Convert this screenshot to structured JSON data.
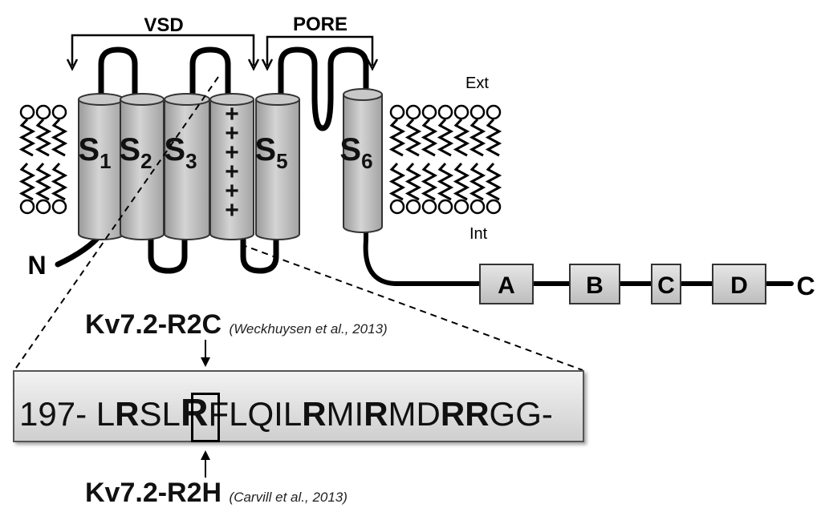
{
  "diagram": {
    "domains": {
      "vsd": "VSD",
      "pore": "PORE"
    },
    "membrane": {
      "ext": "Ext",
      "int": "Int"
    },
    "segments": [
      {
        "base": "S",
        "sub": "1"
      },
      {
        "base": "S",
        "sub": "2"
      },
      {
        "base": "S",
        "sub": "3"
      },
      {
        "base": "",
        "sub": ""
      },
      {
        "base": "S",
        "sub": "5"
      },
      {
        "base": "S",
        "sub": "6"
      }
    ],
    "s4_charges": [
      "+",
      "+",
      "+",
      "+",
      "+",
      "+"
    ],
    "termini": {
      "n": "N",
      "c": "C"
    },
    "c_terminal_helices": [
      "A",
      "B",
      "C",
      "D"
    ]
  },
  "sequence": {
    "start": "197- ",
    "residues": [
      {
        "t": "L",
        "bold": false
      },
      {
        "t": "R",
        "bold": true
      },
      {
        "t": "SL",
        "bold": false
      },
      {
        "t": "R",
        "bold": true,
        "mutated": true
      },
      {
        "t": "FLQIL",
        "bold": false
      },
      {
        "t": "R",
        "bold": true
      },
      {
        "t": "MI",
        "bold": false
      },
      {
        "t": "R",
        "bold": true
      },
      {
        "t": "MD",
        "bold": false
      },
      {
        "t": "RR",
        "bold": true
      },
      {
        "t": "GG-",
        "bold": false
      }
    ]
  },
  "mutations": {
    "top": {
      "label": "Kv7.2-R2C",
      "citation": "(Weckhuysen et al., 2013)"
    },
    "bottom": {
      "label": "Kv7.2-R2H",
      "citation": "(Carvill et al., 2013)"
    }
  }
}
